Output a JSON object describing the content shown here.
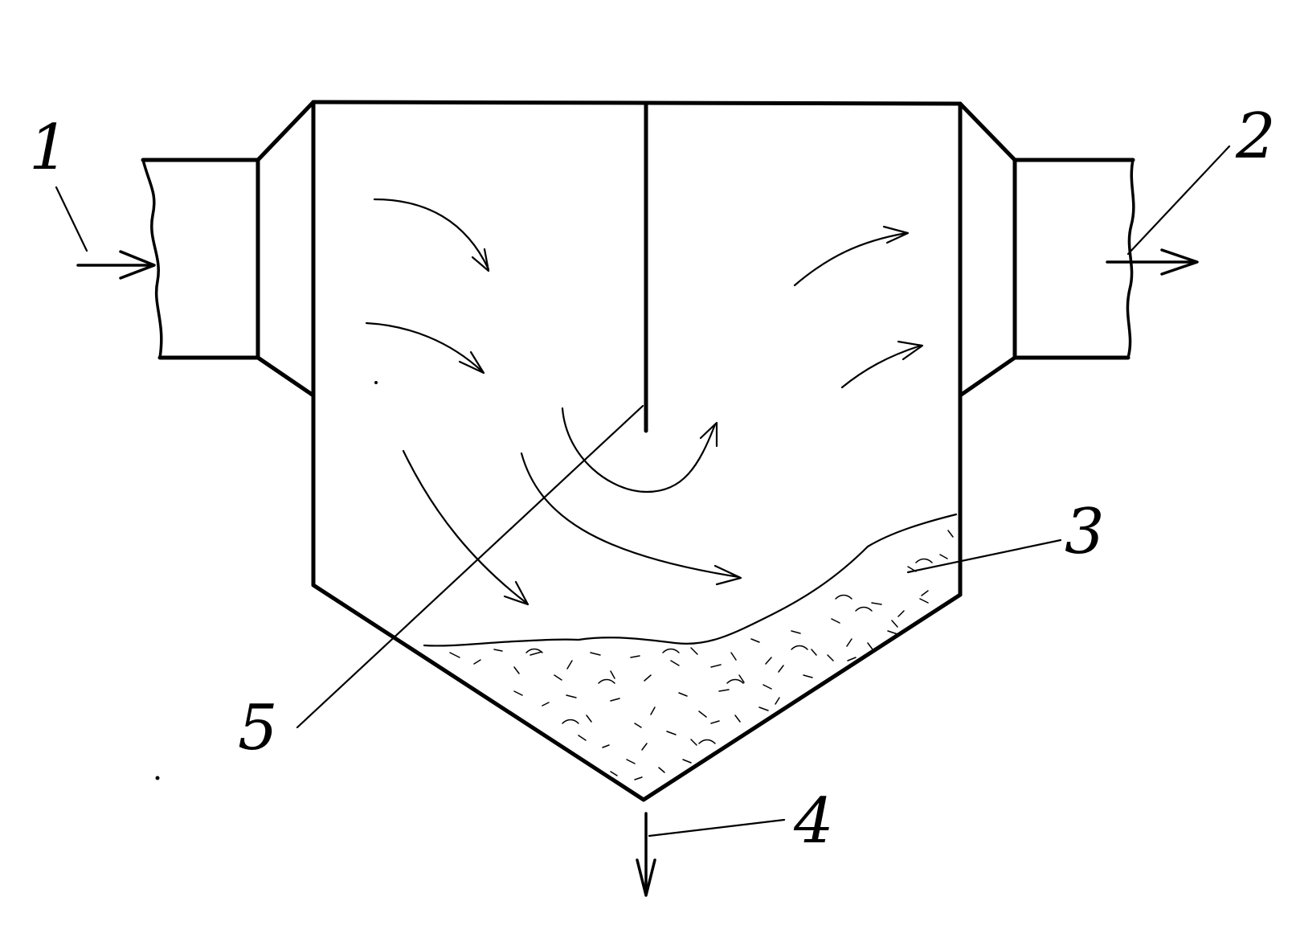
{
  "diagram": {
    "labels": {
      "inlet": "1",
      "outlet": "2",
      "sediment": "3",
      "discharge": "4",
      "baffle": "5"
    },
    "ink_color": "#000000",
    "background_color": "#ffffff"
  }
}
